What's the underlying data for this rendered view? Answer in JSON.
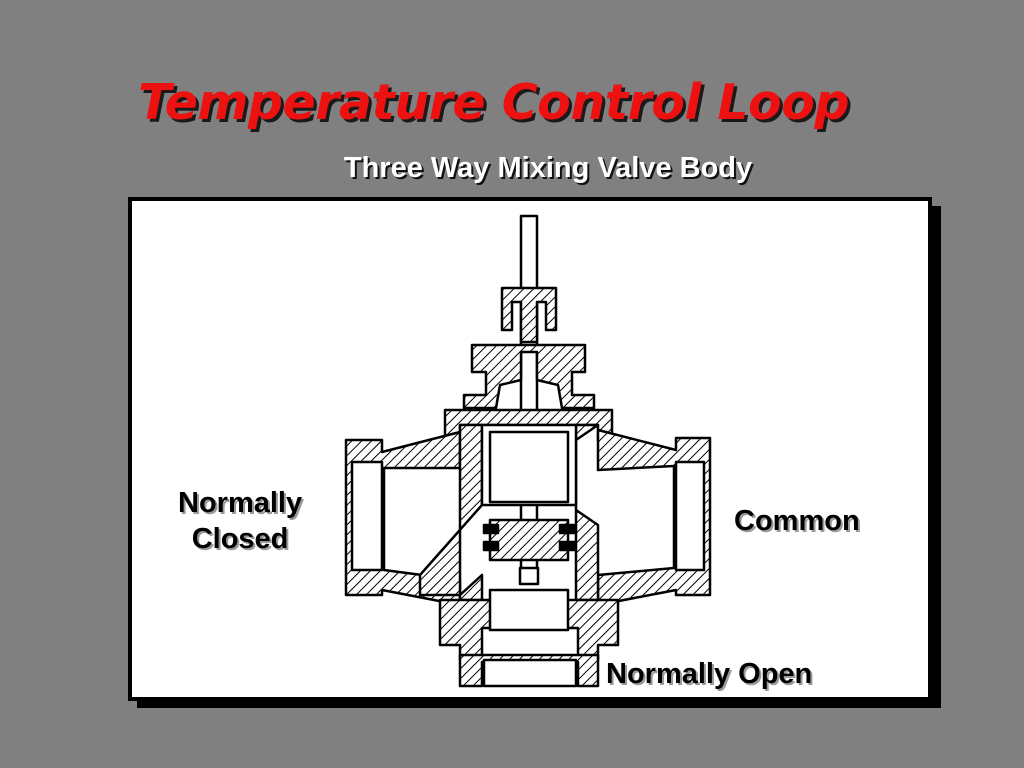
{
  "slide": {
    "title": "Temperature Control Loop",
    "subtitle": "Three Way Mixing Valve Body"
  },
  "diagram": {
    "labels": {
      "normally_closed_line1": "Normally",
      "normally_closed_line2": "Closed",
      "common": "Common",
      "normally_open": "Normally Open"
    }
  },
  "colors": {
    "background": "#808080",
    "title": "#ee1111",
    "subtitle": "#ffffff",
    "panel": "#ffffff"
  }
}
